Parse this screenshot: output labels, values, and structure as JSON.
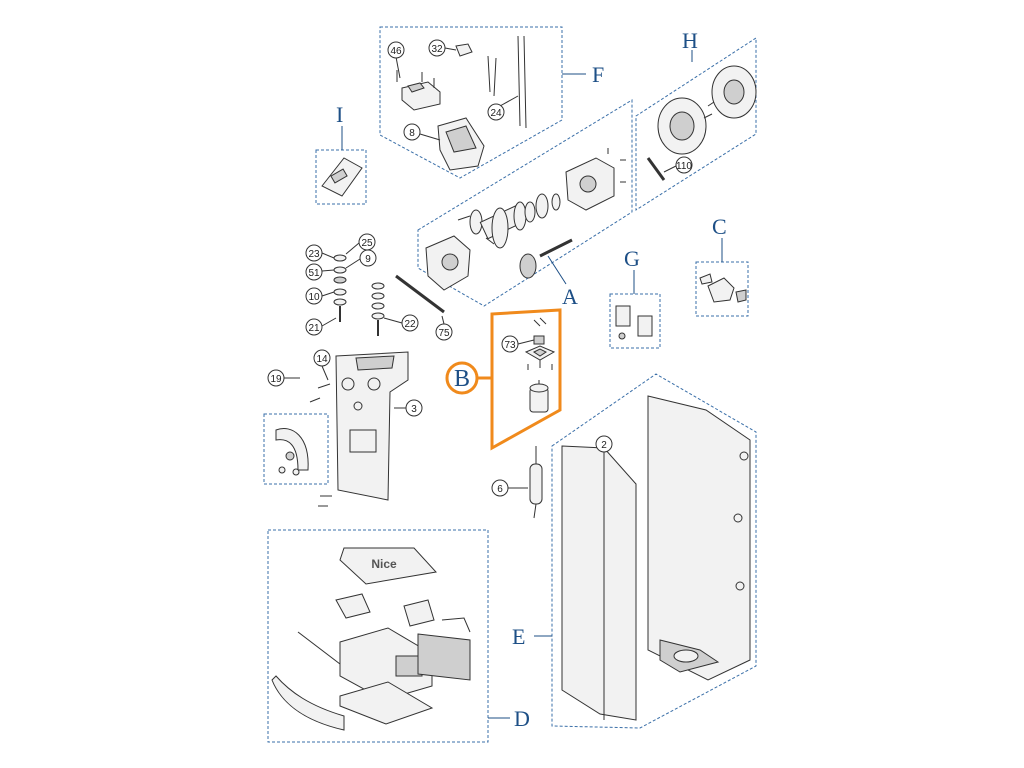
{
  "diagram": {
    "groups": [
      "A",
      "B",
      "C",
      "D",
      "E",
      "F",
      "G",
      "H",
      "I"
    ],
    "callouts": [
      "46",
      "32",
      "24",
      "8",
      "110",
      "23",
      "25",
      "51",
      "9",
      "10",
      "21",
      "22",
      "75",
      "73",
      "14",
      "19",
      "3",
      "2",
      "6"
    ],
    "logo_text": "Nice",
    "colors": {
      "group_box": "#3a6fa8",
      "group_label": "#1d4f86",
      "highlight": "#f08a1c",
      "line": "#333333"
    }
  }
}
